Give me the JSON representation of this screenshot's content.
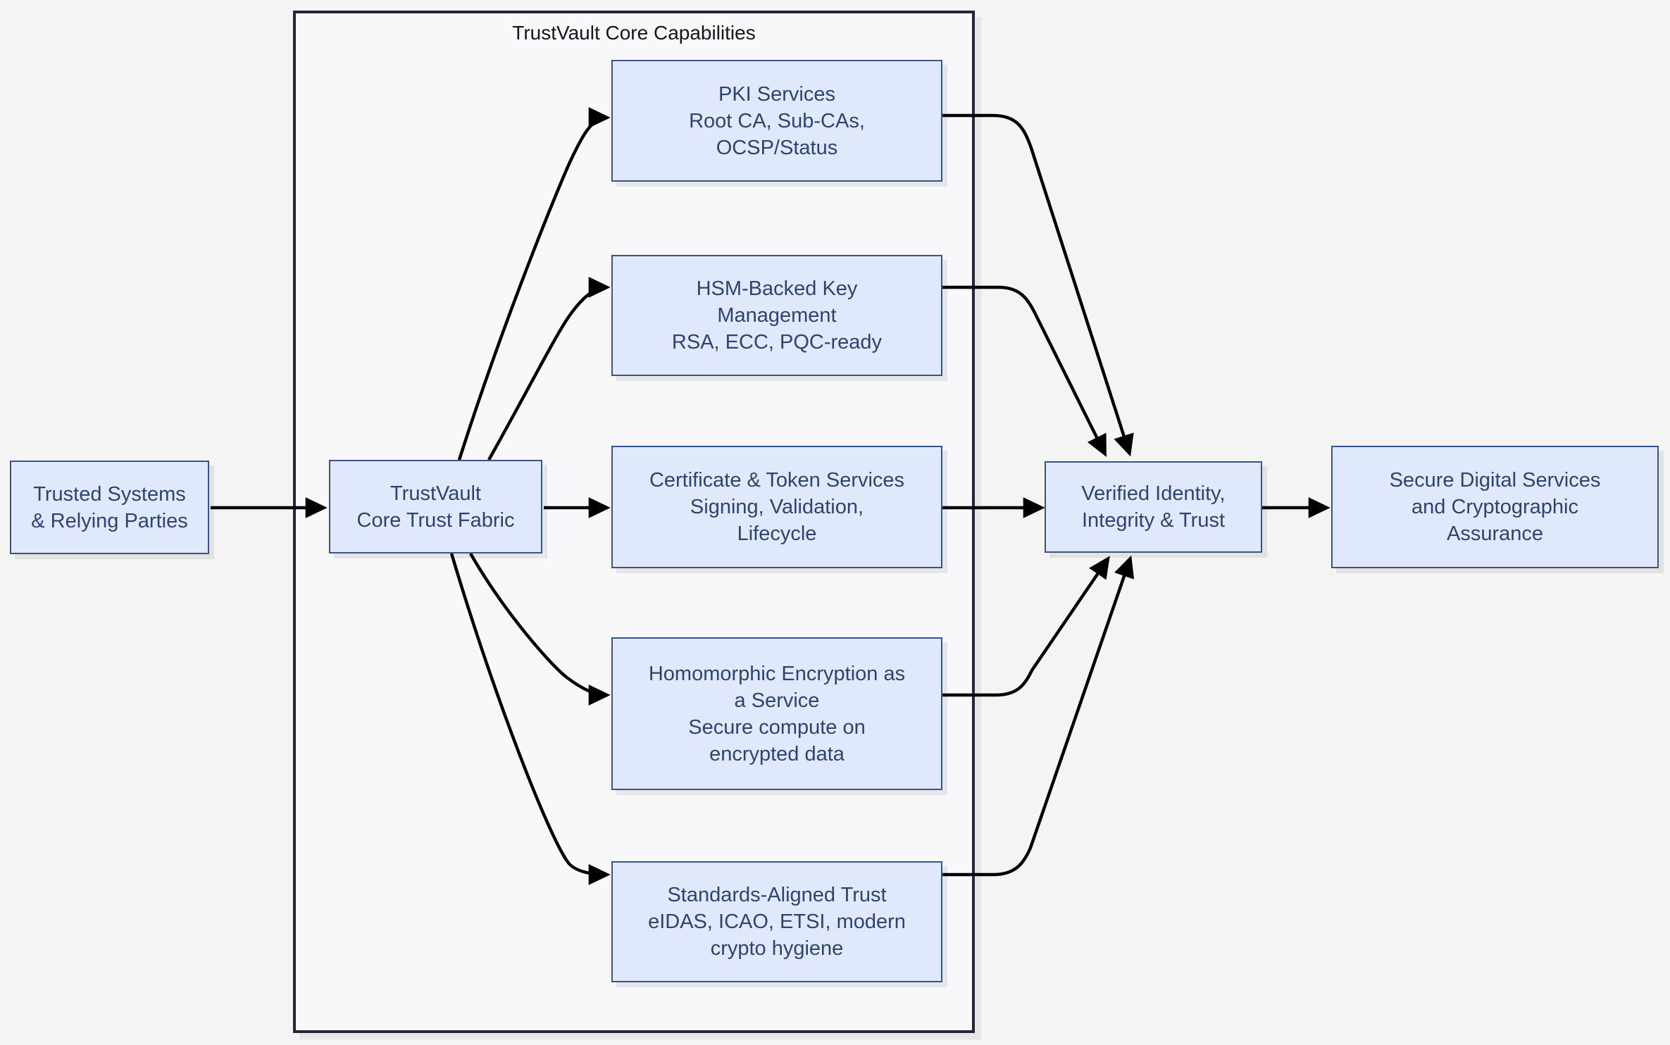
{
  "diagram": {
    "title": "TrustVault Core Capabilities",
    "nodes": {
      "trusted_systems": {
        "label": "Trusted Systems\n& Relying Parties"
      },
      "core_fabric": {
        "label": "TrustVault\nCore Trust Fabric"
      },
      "pki_services": {
        "label": "PKI Services\nRoot CA, Sub-CAs,\nOCSP/Status"
      },
      "hsm_key_mgmt": {
        "label": "HSM-Backed Key\nManagement\nRSA, ECC, PQC-ready"
      },
      "cert_token": {
        "label": "Certificate & Token Services\nSigning, Validation,\nLifecycle"
      },
      "homomorphic": {
        "label": "Homomorphic Encryption as\na Service\nSecure compute on\nencrypted data"
      },
      "standards": {
        "label": "Standards-Aligned Trust\neIDAS, ICAO, ETSI, modern\ncrypto hygiene"
      },
      "verified_identity": {
        "label": "Verified Identity,\nIntegrity & Trust"
      },
      "secure_services": {
        "label": "Secure Digital Services\nand Cryptographic\nAssurance"
      }
    },
    "colors": {
      "page_bg": "#f4f4f4",
      "cluster_bg": "#f8f8fb",
      "cluster_border": "#23253c",
      "node_fill": "#e0e8fb",
      "node_border": "#3b5486",
      "node_text": "#2e4470",
      "title_text": "#15151c",
      "arrow": "#000000"
    }
  }
}
